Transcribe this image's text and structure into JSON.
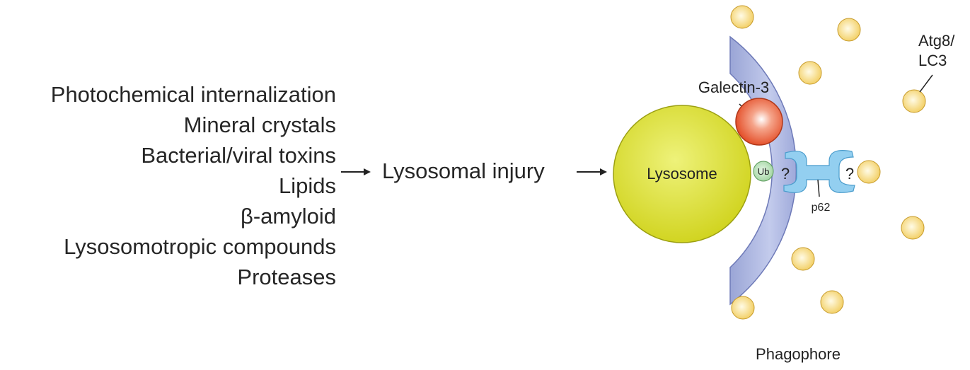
{
  "causes": [
    "Photochemical internalization",
    "Mineral crystals",
    "Bacterial/viral toxins",
    "Lipids",
    "β-amyloid",
    "Lysosomotropic compounds",
    "Proteases"
  ],
  "middle_label": "Lysosomal injury",
  "labels": {
    "lysosome": "Lysosome",
    "galectin": "Galectin-3",
    "ub": "Ub",
    "p62": "p62",
    "question_left": "?",
    "question_right": "?",
    "atg8_line1": "Atg8/",
    "atg8_line2": "LC3",
    "phagophore": "Phagophore"
  },
  "colors": {
    "lysosome": "#d9e020",
    "galectin": "#e8502a",
    "ub": "#a8d8a8",
    "p62": "#8fcdee",
    "phagophore": "#a9b3dd",
    "atg8": "#f7d77a"
  }
}
